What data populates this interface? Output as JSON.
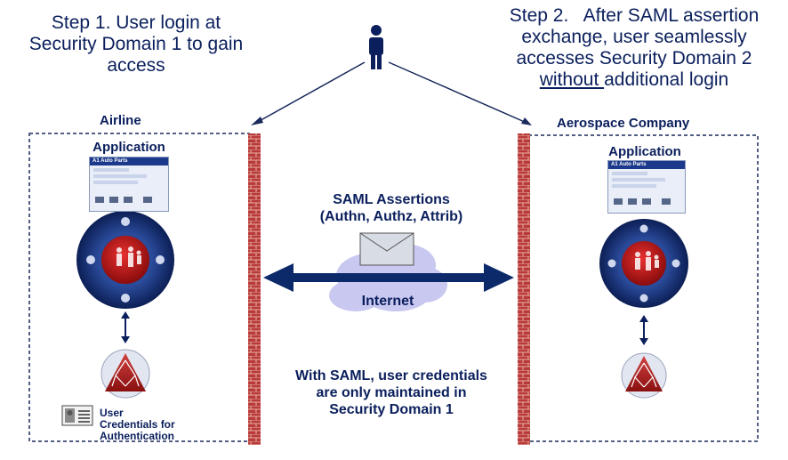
{
  "step1": {
    "line1": "Step 1. User login at",
    "line2": "Security Domain 1 to gain",
    "line3": "access"
  },
  "step2": {
    "line1": "Step 2.   After SAML assertion",
    "line2": "exchange, user seamlessly",
    "line3": "accesses Security Domain 2",
    "line4_underlined": "without ",
    "line4_rest": "additional login"
  },
  "left_domain": {
    "label": "Airline",
    "app_title": "Application",
    "thumb_header": "A1 Auto Parts"
  },
  "right_domain": {
    "label": "Aerospace Company",
    "app_title": "Application",
    "thumb_header": "A1 Auto Parts"
  },
  "saml": {
    "line1": "SAML Assertions",
    "line2": "(Authn, Authz, Attrib)"
  },
  "internet_label": "Internet",
  "note": {
    "line1": "With SAML, user credentials",
    "line2": "are only maintained in",
    "line3": "Security Domain 1"
  },
  "credentials": {
    "line1": "User",
    "line2": "Credentials for",
    "line3": "Authentication"
  },
  "colors": {
    "navy": "#0a1f5c",
    "brick": "#a0282a",
    "cloud": "#c8c8f0",
    "ring": "#1c3a7a",
    "core": "#b01818"
  }
}
